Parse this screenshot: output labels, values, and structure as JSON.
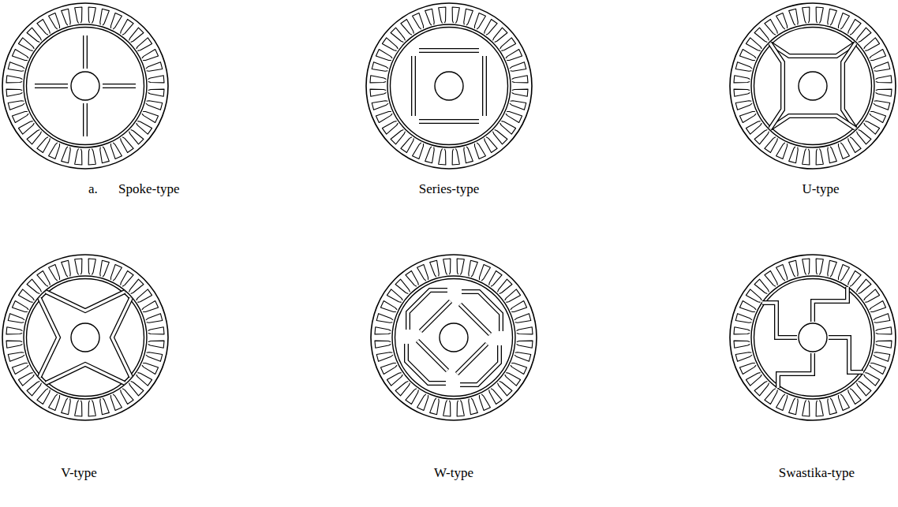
{
  "diagram": {
    "labels": [
      "a.",
      "Spoke-type",
      "Series-type",
      "U-type",
      "V-type",
      "W-type",
      "Swastika-type"
    ]
  }
}
